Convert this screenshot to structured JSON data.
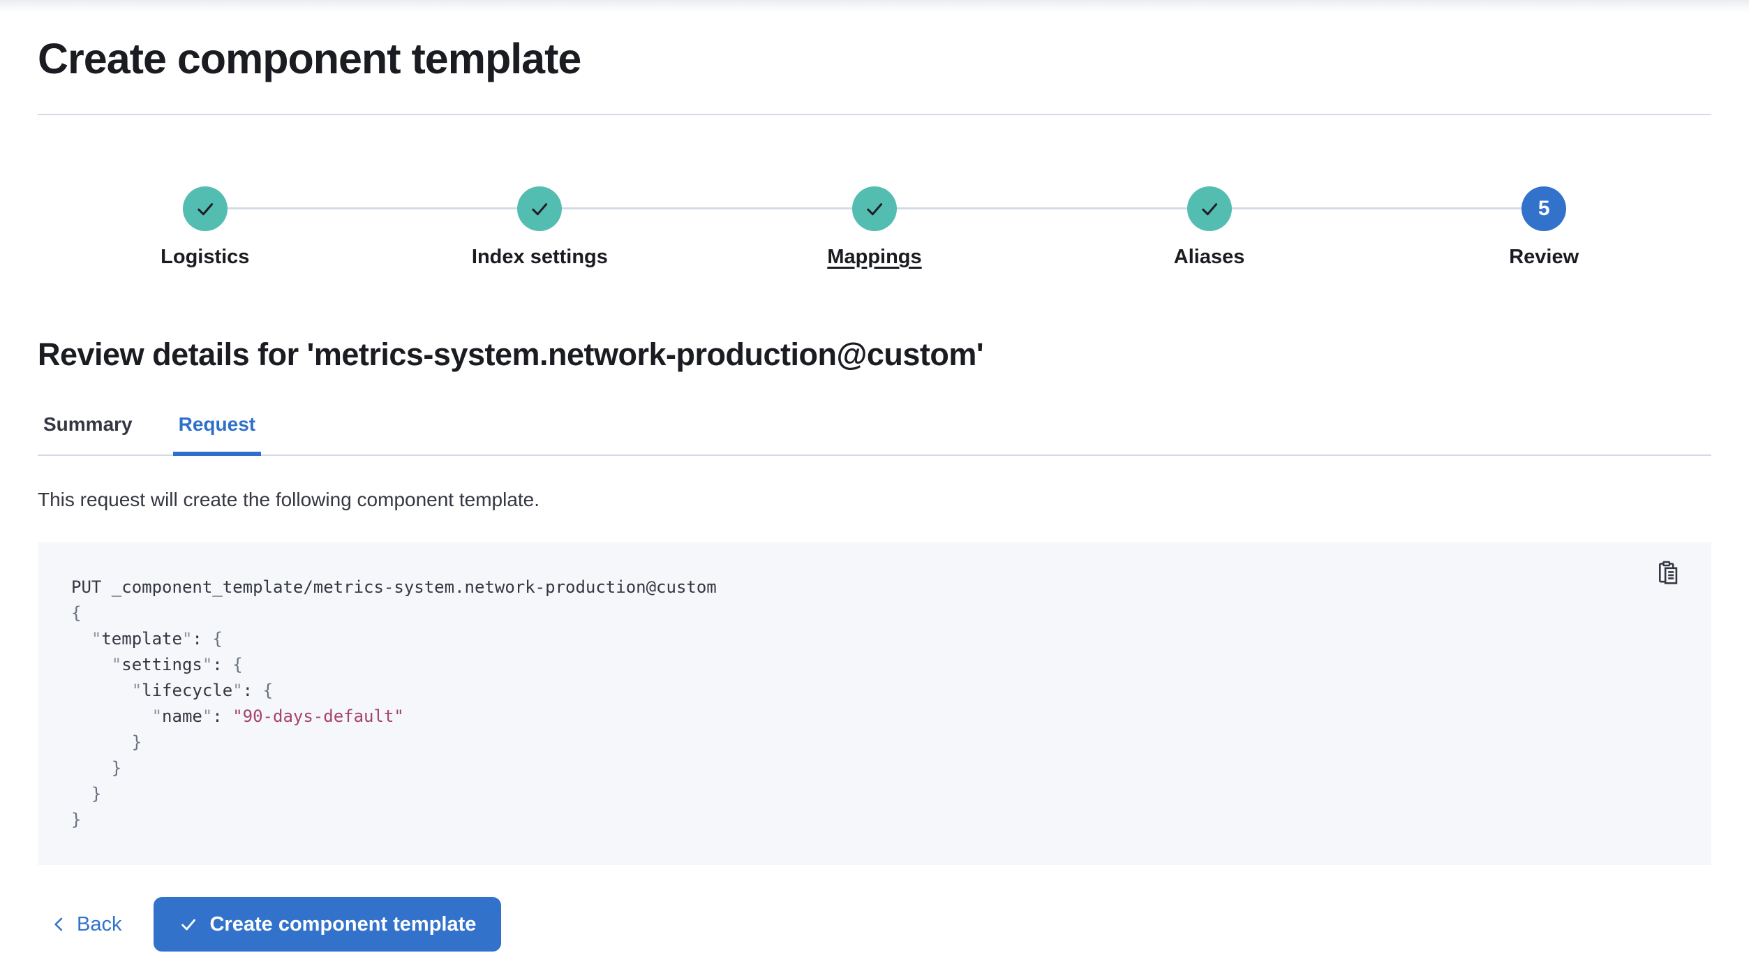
{
  "page": {
    "title": "Create component template"
  },
  "steps": [
    {
      "label": "Logistics",
      "state": "complete"
    },
    {
      "label": "Index settings",
      "state": "complete"
    },
    {
      "label": "Mappings",
      "state": "complete",
      "underlined": true
    },
    {
      "label": "Aliases",
      "state": "complete"
    },
    {
      "label": "Review",
      "state": "current",
      "number": "5"
    }
  ],
  "review": {
    "heading": "Review details for 'metrics-system.network-production@custom'",
    "tabs": [
      {
        "label": "Summary",
        "selected": false
      },
      {
        "label": "Request",
        "selected": true
      }
    ],
    "description": "This request will create the following component template."
  },
  "code_block": {
    "copy_icon": "copy-clipboard-icon",
    "lines": [
      [
        {
          "text": "PUT _component_template/metrics-system.network-production@custom",
          "type": "plain"
        }
      ],
      [
        {
          "text": "{",
          "type": "punct"
        }
      ],
      [
        {
          "text": "  ",
          "type": "plain"
        },
        {
          "text": "\"",
          "type": "quote"
        },
        {
          "text": "template",
          "type": "key"
        },
        {
          "text": "\"",
          "type": "quote"
        },
        {
          "text": ": ",
          "type": "plain"
        },
        {
          "text": "{",
          "type": "punct"
        }
      ],
      [
        {
          "text": "    ",
          "type": "plain"
        },
        {
          "text": "\"",
          "type": "quote"
        },
        {
          "text": "settings",
          "type": "key"
        },
        {
          "text": "\"",
          "type": "quote"
        },
        {
          "text": ": ",
          "type": "plain"
        },
        {
          "text": "{",
          "type": "punct"
        }
      ],
      [
        {
          "text": "      ",
          "type": "plain"
        },
        {
          "text": "\"",
          "type": "quote"
        },
        {
          "text": "lifecycle",
          "type": "key"
        },
        {
          "text": "\"",
          "type": "quote"
        },
        {
          "text": ": ",
          "type": "plain"
        },
        {
          "text": "{",
          "type": "punct"
        }
      ],
      [
        {
          "text": "        ",
          "type": "plain"
        },
        {
          "text": "\"",
          "type": "quote"
        },
        {
          "text": "name",
          "type": "key"
        },
        {
          "text": "\"",
          "type": "quote"
        },
        {
          "text": ": ",
          "type": "plain"
        },
        {
          "text": "\"90-days-default\"",
          "type": "string"
        }
      ],
      [
        {
          "text": "      }",
          "type": "punct"
        }
      ],
      [
        {
          "text": "    }",
          "type": "punct"
        }
      ],
      [
        {
          "text": "  }",
          "type": "punct"
        }
      ],
      [
        {
          "text": "}",
          "type": "punct"
        }
      ]
    ]
  },
  "footer": {
    "back_label": "Back",
    "create_label": "Create component template"
  },
  "colors": {
    "accent_blue": "#3372cb",
    "success_teal": "#54bdb1",
    "divider": "#d3dae6",
    "code_background": "#f5f7fb",
    "code_string": "#a5436c",
    "text": "#343741",
    "heading": "#1a1c21"
  }
}
